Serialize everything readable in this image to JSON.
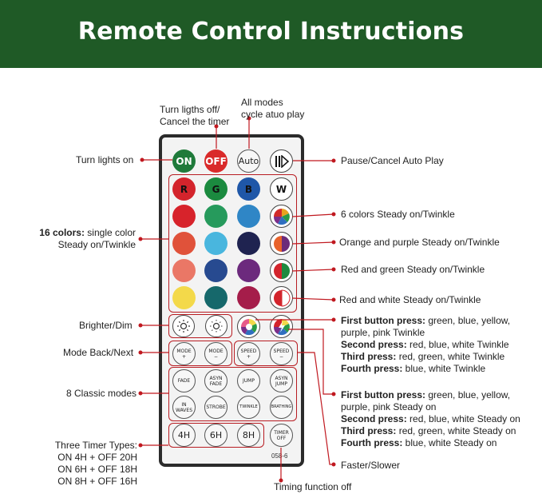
{
  "title": "Remote Control Instructions",
  "model": "058-6",
  "colors": {
    "banner": "#1f5a26",
    "accent": "#c0181f"
  },
  "buttons": {
    "on": "ON",
    "off": "OFF",
    "auto": "Auto",
    "play_pause": "play-pause-icon",
    "r": "R",
    "g": "G",
    "b": "B",
    "w": "W",
    "mode_back": "MODE\n+",
    "mode_next": "MODE\n−",
    "speed_up": "SPEED\n+",
    "speed_down": "SPEED\n−",
    "fade": "FADE",
    "asyn_fade": "ASYN\nFADE",
    "jump": "JUMP",
    "asyn_jump": "ASYN\nJUMP",
    "in_waves": "IN\nWAVES",
    "strobe": "STROBE",
    "twinkle": "TWINKLE",
    "brathing": "BRATHING",
    "t4h": "4H",
    "t6h": "6H",
    "t8h": "8H",
    "timer_off": "TIMER\nOFF"
  },
  "labels": {
    "lights_off": "Turn ligths off/\nCancel the timer",
    "all_modes": "All modes\ncycle atuo play",
    "lights_on": "Turn lights on",
    "pause": "Pause/Cancel Auto Play",
    "colors16_bold": "16 colors:",
    "colors16_rest": " single color",
    "colors16_line2": "Steady on/Twinkle",
    "six_colors": "6 colors Steady on/Twinkle",
    "orange_purple": "Orange and purple Steady on/Twinkle",
    "red_green": "Red and green Steady on/Twinkle",
    "red_white": "Red and white Steady on/Twinkle",
    "brighter": "Brighter/Dim",
    "mode_back_next": "Mode Back/Next",
    "classic": "8 Classic modes",
    "timer_title": "Three Timer Types:",
    "timer1": "ON 4H + OFF 20H",
    "timer2": "ON 6H + OFF 18H",
    "timer3": "ON 8H + OFF 16H",
    "faster": "Faster/Slower",
    "timing_off": "Timing function off"
  },
  "twinkle_block": {
    "p1_bold": "First button press:",
    "p1_rest": " green, blue, yellow,",
    "p1_line2": "purple, pink Twinkle",
    "p2_bold": "Second press:",
    "p2_rest": " red, blue, white Twinkle",
    "p3_bold": "Third press:",
    "p3_rest": " red, green, white Twinkle",
    "p4_bold": "Fourth press:",
    "p4_rest": " blue, white Twinkle"
  },
  "steady_block": {
    "p1_bold": "First button press:",
    "p1_rest": " green, blue, yellow,",
    "p1_line2": "purple, pink Steady on",
    "p2_bold": "Second press:",
    "p2_rest": " red, blue, white Steady on",
    "p3_bold": "Third press:",
    "p3_rest": " red, green, white Steady on",
    "p4_bold": "Fourth press:",
    "p4_rest": " blue, white Steady on"
  }
}
